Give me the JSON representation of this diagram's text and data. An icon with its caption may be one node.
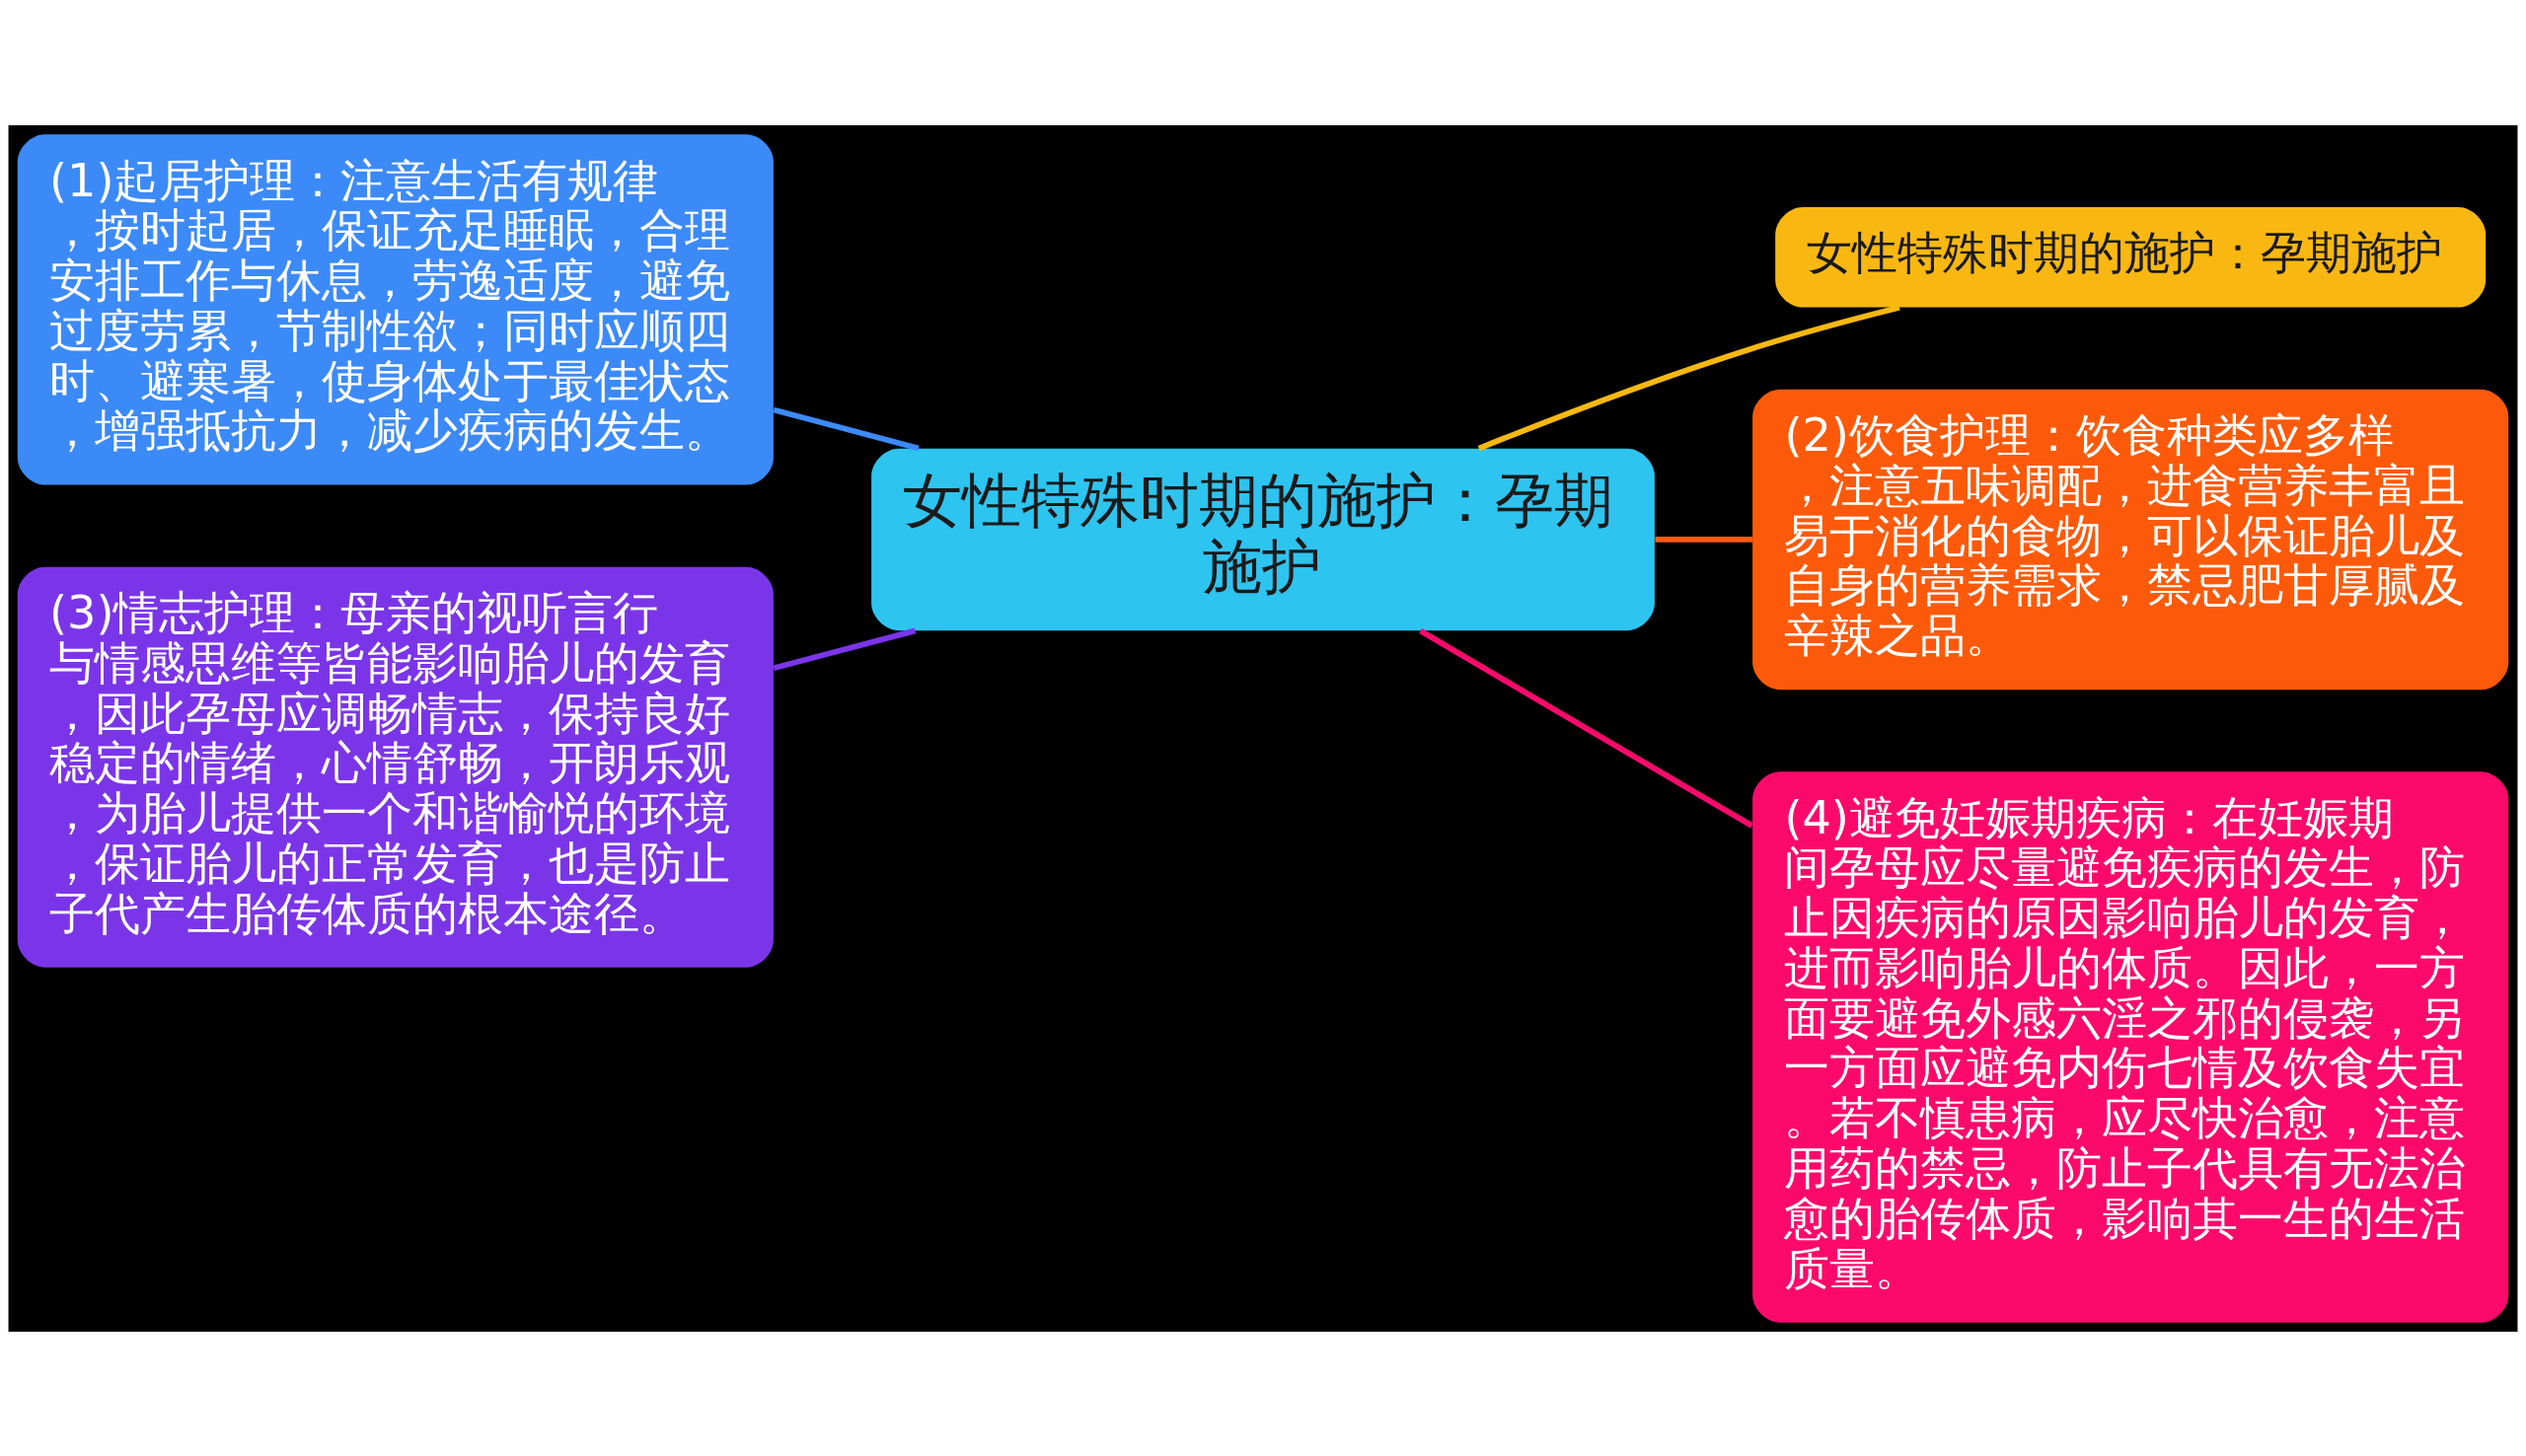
{
  "diagram": {
    "nodes": [
      {
        "text": [
          "女性特殊时期的施护：孕期施护"
        ]
      },
      {
        "text": [
          "(1)起居护理：注意生活有规律，按时起居，保证充足睡眠，合理安排工作与休息，劳逸适度，避免过度劳累，节制性欲；同时应顺四时、避寒暑，使身体处于最佳状态，增强抵抗力，减少疾病的发生。"
        ]
      },
      {
        "text": [
          "(3)情志护理：母亲的视听言行与情感思维等皆能影响胎儿的发育，因此孕母应调畅情志，保持良好稳定的情绪，心情舒畅，开朗乐观，为胎儿提供一个和谐愉悦的环境，保证胎儿的正常发育，也是防止子代产生胎传体质的根本途径。"
        ]
      },
      {
        "text": [
          "女性特殊时期的施护：孕期施护"
        ]
      },
      {
        "text": [
          "(2)饮食护理：饮食种类应多样，注意五味调配，进食营养丰富且易于消化的食物，可以保证胎儿及自身的营养需求，禁忌肥甘厚腻及辛辣之品。"
        ]
      },
      {
        "text": [
          "(4)避免妊娠期疾病：在妊娠期间孕母应尽量避免疾病的发生，防止因疾病的原因影响胎儿的发育，进而影响胎儿的体质。因此，一方面要避免外感六淫之邪的侵袭，另一方面应避免内伤七情及饮食失宜。若不慎患病，应尽快治愈，注意用药的禁忌，防止子代具有无法治愈的胎传体质，影响其一生的生活质量。"
        ]
      }
    ],
    "edges": [
      {
        "from": 0,
        "to": 1,
        "arrow": "none",
        "color": "#3c8af8"
      },
      {
        "from": 0,
        "to": 2,
        "arrow": "none",
        "color": "#7b35e8"
      },
      {
        "from": 0,
        "to": 3,
        "arrow": "none",
        "color": "#f9b811"
      },
      {
        "from": 0,
        "to": 4,
        "arrow": "none",
        "color": "#fc5a0a"
      },
      {
        "from": 0,
        "to": 5,
        "arrow": "none",
        "color": "#fc0a6b"
      }
    ]
  }
}
